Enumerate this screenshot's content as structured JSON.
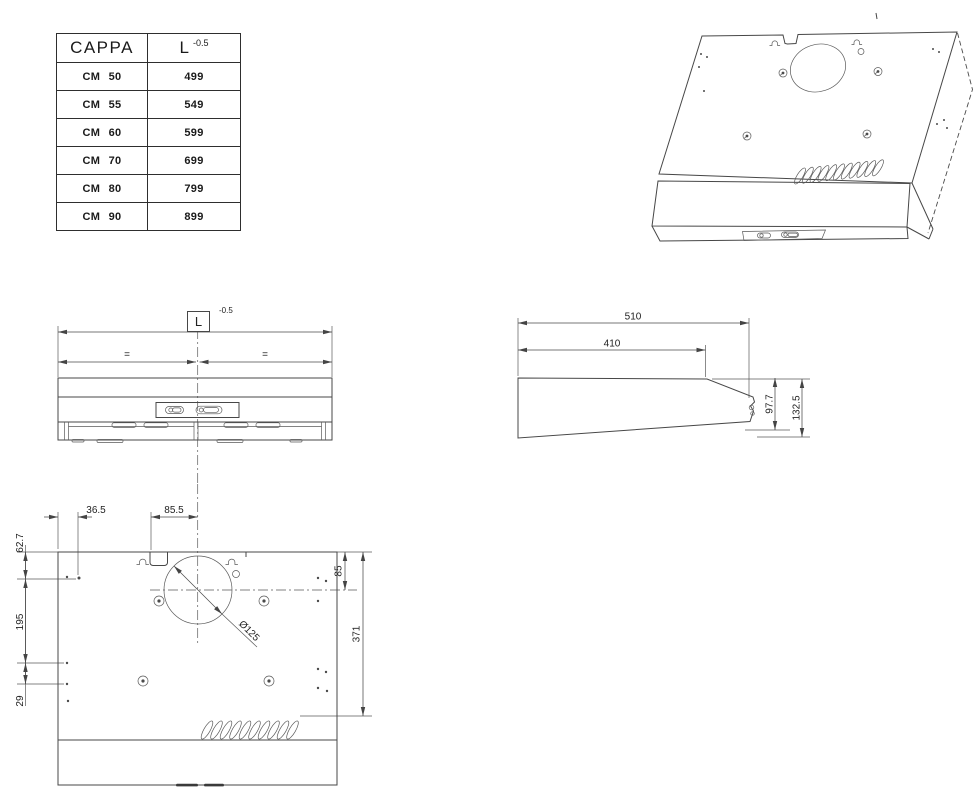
{
  "size_table": {
    "col_model": "CAPPA",
    "col_length": "L",
    "col_length_tol": "-0.5",
    "rows": [
      {
        "model": "CM 50",
        "length": "499"
      },
      {
        "model": "CM 55",
        "length": "549"
      },
      {
        "model": "CM 60",
        "length": "599"
      },
      {
        "model": "CM 70",
        "length": "699"
      },
      {
        "model": "CM 80",
        "length": "799"
      },
      {
        "model": "CM 90",
        "length": "899"
      }
    ]
  },
  "front_view": {
    "width_label": "L",
    "width_tol": "-0.5",
    "equal_left": "=",
    "equal_right": "="
  },
  "side_view": {
    "depth_total": "510",
    "depth_top": "410",
    "height_front": "97.7",
    "height_rear": "132.5"
  },
  "bottom_view": {
    "offset_left": "36.5",
    "offset_center": "85.5",
    "rear_offset": "62.7",
    "hole_spacing": "195",
    "front_offset": "29",
    "duct_offset": "85",
    "depth_to_vent": "371",
    "duct_diameter": "Ø125"
  },
  "colors": {
    "line": "#474747",
    "text": "#1a1a1a"
  }
}
